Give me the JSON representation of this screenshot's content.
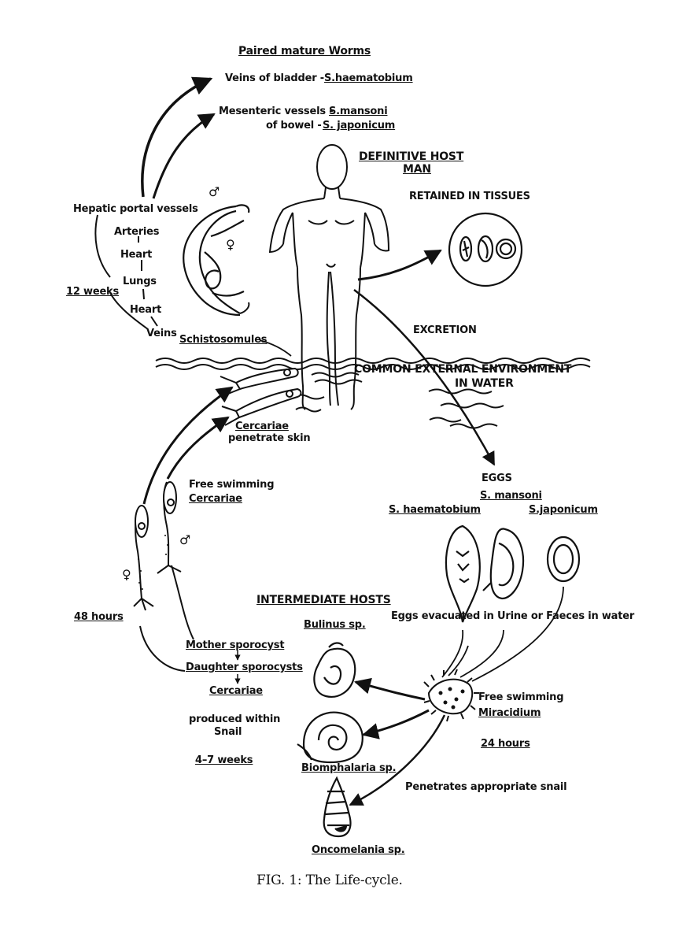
{
  "caption": "FIG. 1: The Life-cycle.",
  "labels": {
    "paired_worms": "Paired mature Worms",
    "veins_bladder": "Veins of bladder -",
    "s_haematobium_top": "S.haematobium",
    "mesenteric": "Mesenteric vessels -",
    "s_mansoni_top": "S.mansoni",
    "of_bowel": "of bowel -",
    "s_japonicum_top": "S. japonicum",
    "definitive_host": "DEFINITIVE HOST",
    "man": "MAN",
    "retained": "RETAINED IN TISSUES",
    "hepatic": "Hepatic portal vessels",
    "arteries": "Arteries",
    "heart1": "Heart",
    "lungs": "Lungs",
    "twelve_weeks": "12 weeks",
    "heart2": "Heart",
    "veins": "Veins",
    "schistosomules": "Schistosomules",
    "excretion": "EXCRETION",
    "common_env": "COMMON EXTERNAL ENVIRONMENT",
    "in_water": "IN WATER",
    "cercariae_pen": "Cercariae",
    "penetrate_skin": "penetrate skin",
    "free_swimming_c": "Free swimming",
    "cercariae_free": "Cercariae",
    "eggs": "EGGS",
    "s_mansoni_eggs": "S. mansoni",
    "s_haematobium_eggs": "S. haematobium",
    "s_japonicum_eggs": "S.japonicum",
    "intermediate": "INTERMEDIATE HOSTS",
    "eggs_evacuated": "Eggs evacuated in Urine or Faeces in water",
    "forty_eight": "48 hours",
    "bulinus": "Bulinus sp.",
    "mother_sporocyst": "Mother sporocyst",
    "daughter_sporocysts": "Daughter sporocysts",
    "cercariae_snail": "Cercariae",
    "produced_within": "produced within",
    "snail": "Snail",
    "four_seven": "4–7 weeks",
    "free_swimming_m": "Free swimming",
    "miracidium": "Miracidium",
    "twenty_four": "24 hours",
    "biomphalaria": "Biomphalaria sp.",
    "penetrates": "Penetrates appropriate snail",
    "oncomelania": "Oncomelania sp."
  },
  "symbols": {
    "male_worm": "♂",
    "female_worm": "♀",
    "male_cercaria": "♂",
    "female_cercaria": "♀"
  },
  "colors": {
    "ink": "#111111",
    "paper": "#ffffff"
  }
}
